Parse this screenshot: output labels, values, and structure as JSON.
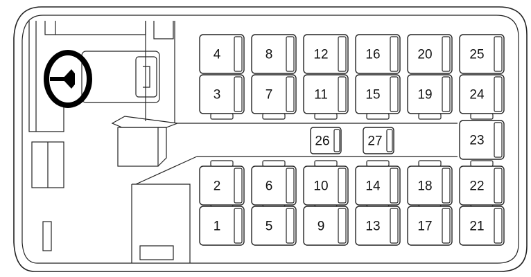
{
  "diagram": {
    "seats": [
      {
        "label": "1"
      },
      {
        "label": "2"
      },
      {
        "label": "3"
      },
      {
        "label": "4"
      },
      {
        "label": "5"
      },
      {
        "label": "6"
      },
      {
        "label": "7"
      },
      {
        "label": "8"
      },
      {
        "label": "9"
      },
      {
        "label": "10"
      },
      {
        "label": "11"
      },
      {
        "label": "12"
      },
      {
        "label": "13"
      },
      {
        "label": "14"
      },
      {
        "label": "15"
      },
      {
        "label": "16"
      },
      {
        "label": "17"
      },
      {
        "label": "18"
      },
      {
        "label": "19"
      },
      {
        "label": "20"
      },
      {
        "label": "21"
      },
      {
        "label": "22"
      },
      {
        "label": "23"
      },
      {
        "label": "24"
      },
      {
        "label": "25"
      },
      {
        "label": "26"
      },
      {
        "label": "27"
      }
    ]
  }
}
